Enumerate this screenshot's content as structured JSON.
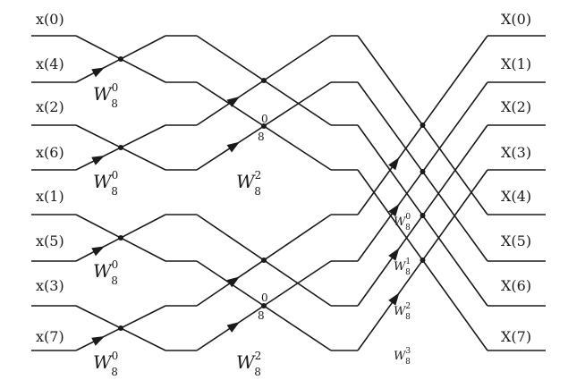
{
  "inputs": [
    "x(0)",
    "x(4)",
    "x(2)",
    "x(6)",
    "x(1)",
    "x(5)",
    "x(3)",
    "x(7)"
  ],
  "outputs": [
    "X(0)",
    "X(1)",
    "X(2)",
    "X(3)",
    "X(4)",
    "X(5)",
    "X(6)",
    "X(7)"
  ],
  "twiddles": {
    "stage1": [
      {
        "base": "W",
        "sub": "8",
        "sup": "0"
      },
      {
        "base": "W",
        "sub": "8",
        "sup": "0"
      },
      {
        "base": "W",
        "sub": "8",
        "sup": "0"
      },
      {
        "base": "W",
        "sub": "8",
        "sup": "0"
      }
    ],
    "stage2": [
      {
        "base": "W",
        "sub": "8",
        "sup": "2"
      },
      {
        "base": "W",
        "sub": "8",
        "sup": "2"
      }
    ],
    "stage2_fragment": {
      "sup": "0",
      "sub": "8"
    },
    "stage3": [
      {
        "base": "W",
        "sub": "8",
        "sup": "0"
      },
      {
        "base": "W",
        "sub": "8",
        "sup": "1"
      },
      {
        "base": "W",
        "sub": "8",
        "sup": "2"
      },
      {
        "base": "W",
        "sub": "8",
        "sup": "3"
      }
    ]
  }
}
